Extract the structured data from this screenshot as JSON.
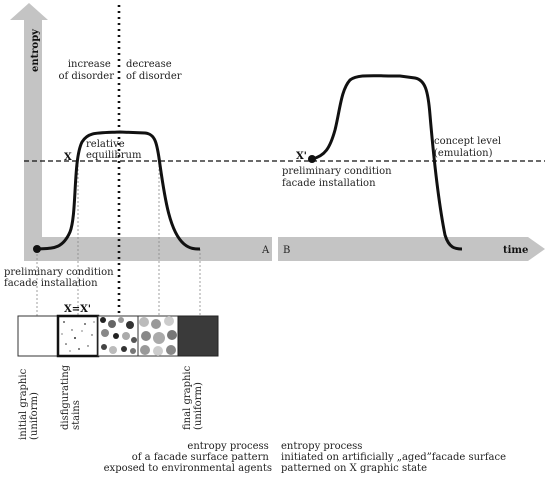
{
  "axes": {
    "y_label": "entropy",
    "x_label": "time",
    "left_end": "A",
    "right_start": "B"
  },
  "left": {
    "increase": [
      "increase",
      "of disorder"
    ],
    "decrease": [
      "decrease",
      "of disorder"
    ],
    "x_marker": "X",
    "relative_eq": [
      "relative",
      "equilibrum"
    ],
    "prelim": [
      "preliminary condition",
      "facade installation"
    ],
    "xx": "X=X'"
  },
  "right": {
    "x_marker": "X'",
    "prelim": [
      "preliminary condition",
      "facade installation"
    ],
    "concept": [
      "concept level",
      "(emulation)"
    ]
  },
  "swatches": [
    {
      "id": "initial",
      "fill": "#ffffff"
    },
    {
      "id": "stains",
      "fill": "#ffffff"
    },
    {
      "id": "dense",
      "fill": "#ffffff"
    },
    {
      "id": "grey",
      "fill": "#ffffff"
    },
    {
      "id": "final",
      "fill": "#3a3a3a"
    }
  ],
  "rotated": {
    "initial": [
      "initial graphic",
      "(uniform)"
    ],
    "stains": [
      "disfigurating",
      "stains"
    ],
    "final": [
      "final graphic",
      "(uniform)"
    ]
  },
  "bottom": {
    "left": [
      "entropy process",
      "of a facade surface pattern",
      "exposed to environmental agents"
    ],
    "right": [
      "entropy process",
      "initiated on artificially „aged”facade surface",
      "patterned on X graphic state"
    ]
  },
  "colors": {
    "arrow_grey": "#c4c4c4",
    "curve": "#111111"
  }
}
